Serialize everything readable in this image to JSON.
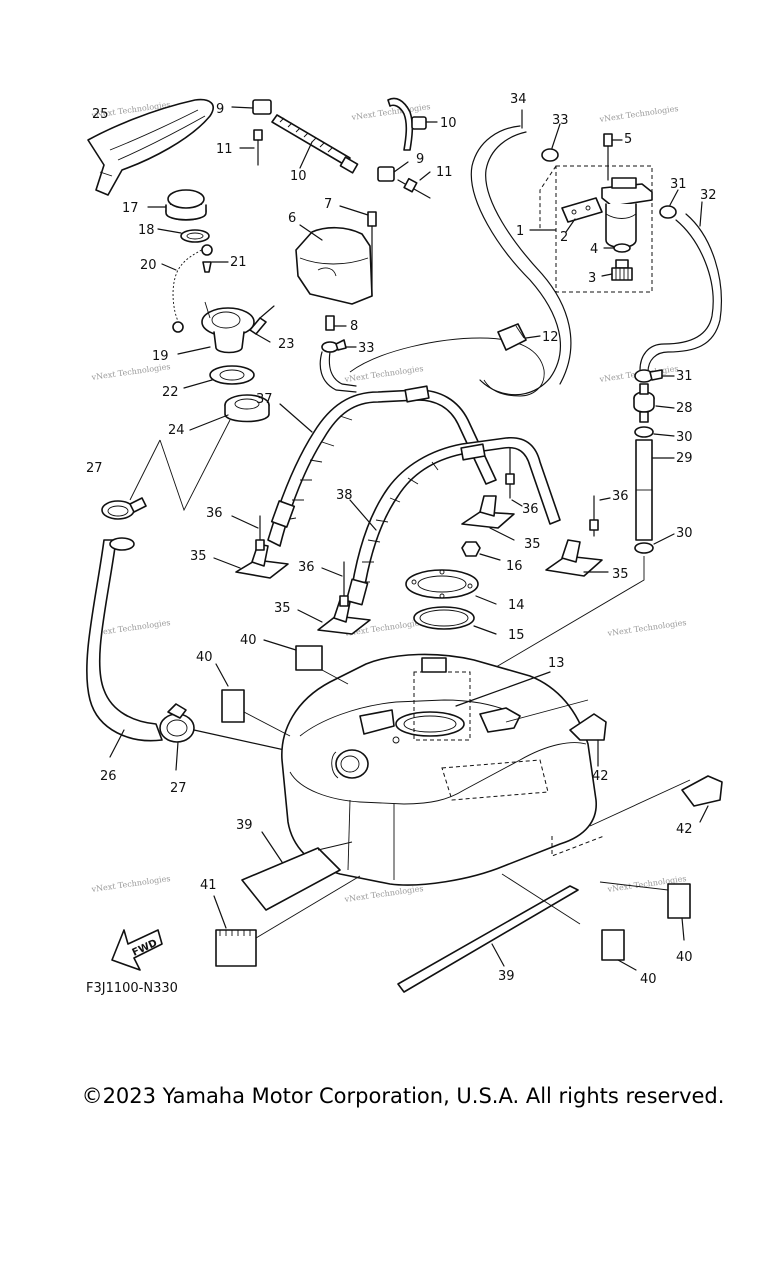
{
  "diagram": {
    "code": "F3J1100-N330",
    "fwd_label": "FWD",
    "watermark": "vNext Technologies",
    "callouts": [
      "25",
      "9",
      "10",
      "11",
      "10",
      "9",
      "11",
      "17",
      "18",
      "20",
      "21",
      "19",
      "22",
      "24",
      "23",
      "6",
      "7",
      "8",
      "33",
      "34",
      "33",
      "5",
      "1",
      "2",
      "4",
      "3",
      "31",
      "32",
      "12",
      "31",
      "28",
      "30",
      "29",
      "30",
      "27",
      "26",
      "27",
      "37",
      "36",
      "35",
      "38",
      "36",
      "35",
      "36",
      "35",
      "36",
      "35",
      "16",
      "14",
      "15",
      "13",
      "40",
      "40",
      "42",
      "42",
      "39",
      "41",
      "39",
      "40",
      "40"
    ]
  },
  "footer": {
    "copyright": "©2023 Yamaha Motor Corporation, U.S.A. All rights reserved."
  }
}
